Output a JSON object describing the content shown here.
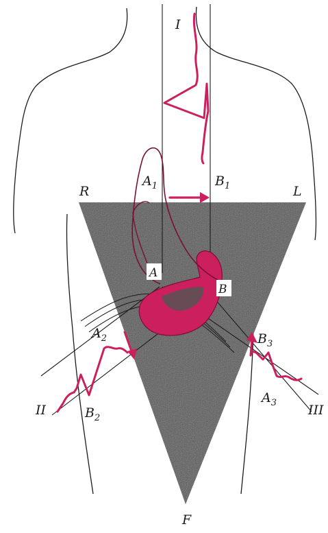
{
  "labels": {
    "lead1": "I",
    "lead2": "II",
    "lead3": "III",
    "right": "R",
    "left": "L",
    "foot": "F",
    "pointA": "A",
    "pointB": "B",
    "a1": "A",
    "a1_sub": "1",
    "b1": "B",
    "b1_sub": "1",
    "a2": "A",
    "a2_sub": "2",
    "b2": "B",
    "b2_sub": "2",
    "a3": "A",
    "a3_sub": "3",
    "b3": "B",
    "b3_sub": "3"
  },
  "colors": {
    "triangle": "#555555",
    "heart": "#cc1f5e",
    "ink": "#1b1b1b",
    "background": "#ffffff"
  }
}
